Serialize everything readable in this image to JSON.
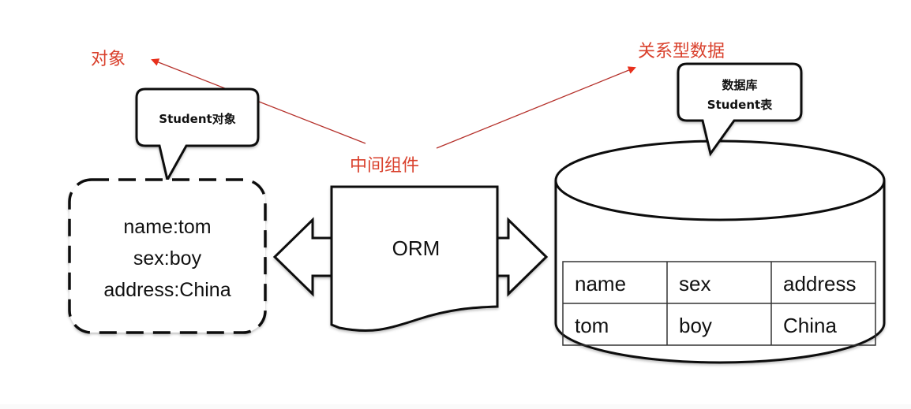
{
  "labels": {
    "object": "对象",
    "relational_data": "关系型数据",
    "middleware": "中间组件"
  },
  "callouts": {
    "object": "Student对象",
    "database_line1": "数据库",
    "database_line2": "Student表"
  },
  "object_box": {
    "lines": [
      "name:tom",
      "sex:boy",
      "address:China"
    ]
  },
  "orm": {
    "label": "ORM"
  },
  "table": {
    "headers": [
      "name",
      "sex",
      "address"
    ],
    "rows": [
      [
        "tom",
        "boy",
        "China"
      ]
    ]
  },
  "colors": {
    "annotation": "#d9402c",
    "stroke": "#111111",
    "background": "#ffffff"
  }
}
